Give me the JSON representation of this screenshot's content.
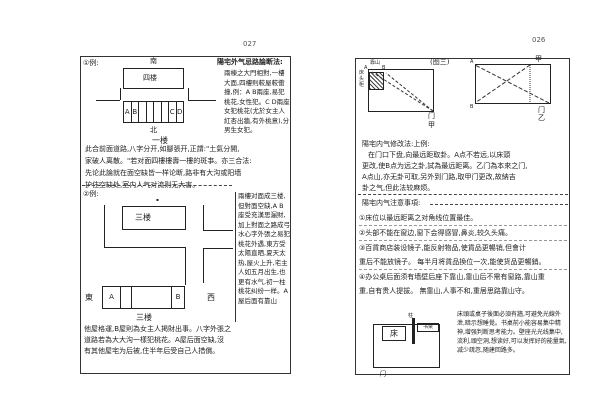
{
  "left_page": {
    "page_number": "027",
    "example1": {
      "label": "①例:",
      "north": "北",
      "south": "南",
      "building_top": "四楼",
      "building_bottom": "一楼",
      "units": [
        "A",
        "B",
        "",
        "",
        "",
        "",
        "C",
        "D"
      ],
      "heading": "陽宅外气忌路論断法:",
      "side_text": "兩棟之大門相對,一樓大面,四樓則較屋較衝撞,例：A B兩座,易犯桃花,女性犯。C D兩座女犯桃花(尤於女主人紅杏出牆,有外桃意),分男生女犯。",
      "paragraph": [
        "此合前面道路,八字分开,如腳張开,正謂:\"土氣分開,",
        "家破人离散。\"若对面四樓樓壽一樓的斑亊。亦三合法:",
        "先论此論就在面空缺皆一样论断,路非有大沟或阳墙",
        "护住空缺处,室内人气对流则无大害。"
      ]
    },
    "example2": {
      "label": "②例:",
      "top_mark": "▪",
      "building_top": "三楼",
      "building_bottom": "三楼",
      "east": "東",
      "west": "西",
      "units": [
        "A",
        "",
        "",
        "B"
      ],
      "side_text": "兩樓对面成三楼,但對面空缺,A B座受充漢思漏財,加上對面之路成弓水心字外張之易犯桃花外遇,東方受太陽直晒,夏天太热,屋火上升,宅主人如五月出生,也更有水气,初一柱桃花纠纷一样。A屋后面有靠山",
      "paragraph": [
        "他屋格運,B屋則為女主人掲財出事。八字外張之",
        "道路若為大大沟一樣犯桃花。A屋后面空缺,沒",
        "有其他屋宅为后被,住半年后受自己人措償。"
      ]
    }
  },
  "right_page": {
    "page_number": "026",
    "figure_title": "(图三)",
    "fig_left": {
      "corner_a": "A",
      "corner_b": "B",
      "top_label": "靠山",
      "side_label": "床头柜",
      "door": "门",
      "door_sub": "甲"
    },
    "fig_right": {
      "corner_a": "A",
      "corner_b": "B",
      "top_label": "甲",
      "door": "门",
      "door_sub": "乙"
    },
    "method_heading": "陽宅内气修改法:上例:",
    "method_text": [
      "在门口下盘,向最远距取卦。A点不若远,以床頭",
      "更改,使B点为远之卦,試為最远距离。乙门為本來之门,",
      "A点山,亦无卦可取,另外到门路,取甲门更改,故納吉",
      "卦之气,但此法较麻烦。"
    ],
    "notes_heading": "陽宅内气注意事項:",
    "notes": [
      "①床位以最远距离之对角线位置最佳。",
      "②头部不能在窗边,窗下会得感冒,鼻炎,较久头痛。",
      "③百貨商店装设镜子,能反射物品,使貨品更暢销,但會计",
      "  重后不能放镜子。 每半月将貨品換位一次,能使货品更暢銷。",
      "④办公桌后面须有墙壁后座下靠山,靠山后不需有窗路,靠山重",
      "  重,自有贵人提拔。 無靠山,人事不和,重居思路靠山守。"
    ],
    "fig_bottom": {
      "bed": "床",
      "pillar": "柱",
      "cabinet": "书桌",
      "door": "门"
    },
    "bottom_text": "床頭或桌子後面必須有牆,可避免光線外泄,暗示想睡覺。书桌前小能容易集中精神,增强判断思考能力。壁座光光线集中,流利,頭空洞,想读好,可以发挥好的能量氣,减少疏忽,随建回路多。"
  }
}
